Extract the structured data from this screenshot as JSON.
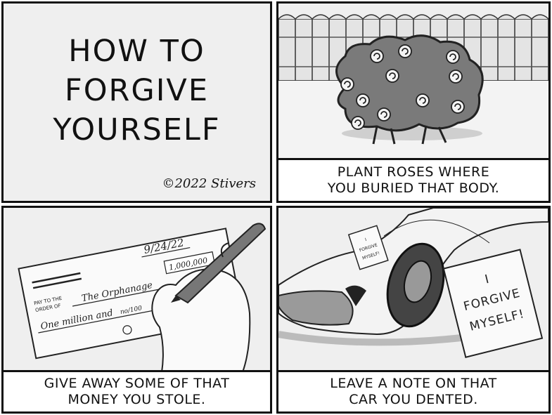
{
  "panel1": {
    "title": "HOW TO\nFORGIVE\nYOURSELF",
    "copyright": "©2022 Stivers"
  },
  "panel2": {
    "caption": "PLANT ROSES WHERE\nYOU BURIED THAT BODY."
  },
  "panel3": {
    "caption": "GIVE AWAY SOME OF THAT\nMONEY YOU STOLE.",
    "check": {
      "date": "9/24/22",
      "amount": "1,000,000",
      "pay_to_label_1": "PAY TO THE",
      "pay_to_label_2": "ORDER OF",
      "payee": "The Orphanage",
      "written_amount": "One million and",
      "cents": "no/100"
    }
  },
  "panel4": {
    "caption": "LEAVE A NOTE ON THAT\nCAR YOU DENTED.",
    "note_large": [
      "I",
      "FORGIVE",
      "MYSELF!"
    ],
    "note_small": [
      "I",
      "FORGIVE",
      "MYSELF!"
    ]
  }
}
